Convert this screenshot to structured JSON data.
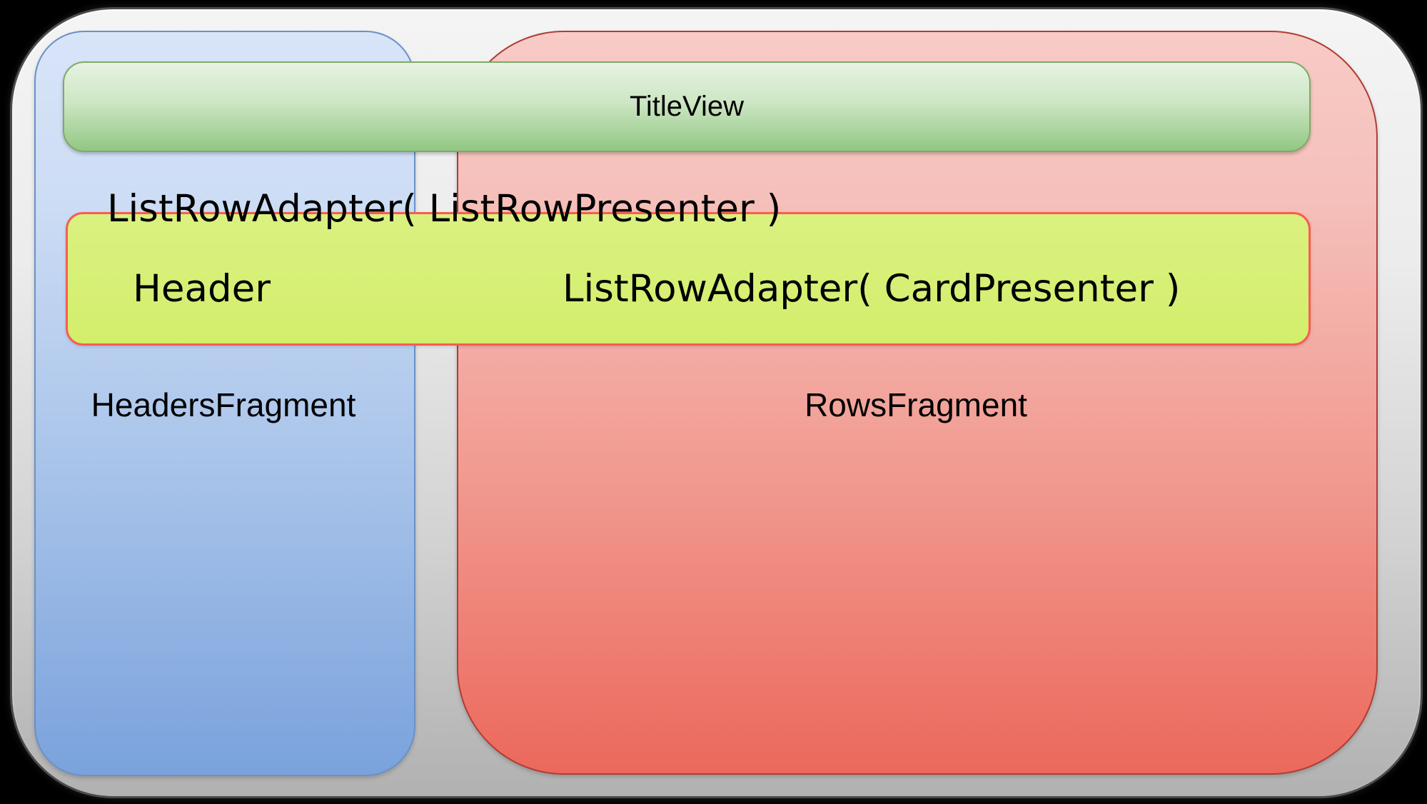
{
  "diagram": {
    "title_bar": {
      "label": "TitleView"
    },
    "adapter_row": {
      "list_row_adapter_label": "ListRowAdapter( ListRowPresenter )",
      "header_label": "Header",
      "card_adapter_label": "ListRowAdapter( CardPresenter )"
    },
    "fragments": {
      "headers": {
        "label": "HeadersFragment"
      },
      "rows": {
        "label": "RowsFragment"
      }
    },
    "colors": {
      "background": "#000000",
      "frame_top": "#f4f4f4",
      "frame_bottom": "#b1b1b1",
      "frame_border": "#4b4b4b",
      "headers_fragment_top": "#d8e4f8",
      "headers_fragment_bottom": "#7aa2dc",
      "headers_fragment_border": "#6a91c7",
      "rows_fragment_top": "#f8cbc6",
      "rows_fragment_bottom": "#ec685c",
      "rows_fragment_border": "#ae3d35",
      "title_bar_top": "#e6f3e2",
      "title_bar_bottom": "#92c783",
      "title_bar_border": "#7dab67",
      "adapter_bar_fill": "#d5ef71",
      "adapter_bar_border": "#f85c52",
      "text": "#000000"
    }
  }
}
